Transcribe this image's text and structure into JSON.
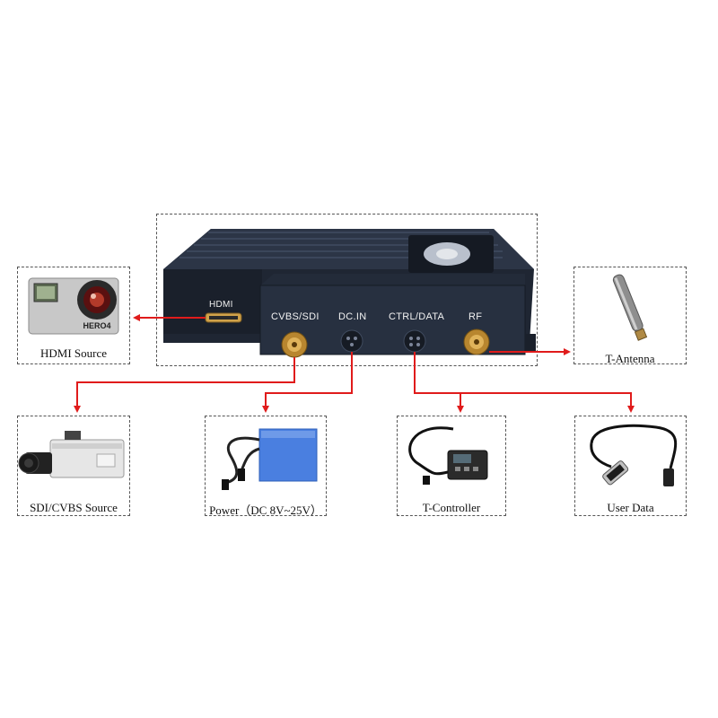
{
  "device": {
    "ports": {
      "hdmi": "HDMI",
      "cvbs_sdi": "CVBS/SDI",
      "dc_in": "DC.IN",
      "ctrl_data": "CTRL/DATA",
      "rf": "RF"
    }
  },
  "camera_brand": "HERO4",
  "peripherals": {
    "hdmi_source": "HDMI Source",
    "t_antenna": "T-Antenna",
    "sdi_cvbs_source": "SDI/CVBS Source",
    "power": "Power（DC 8V~25V）",
    "t_controller": "T-Controller",
    "user_data": "User Data"
  },
  "colors": {
    "arrow": "#e01b1b",
    "device_body": "#1f2633",
    "connector_gold": "#c9963a"
  }
}
